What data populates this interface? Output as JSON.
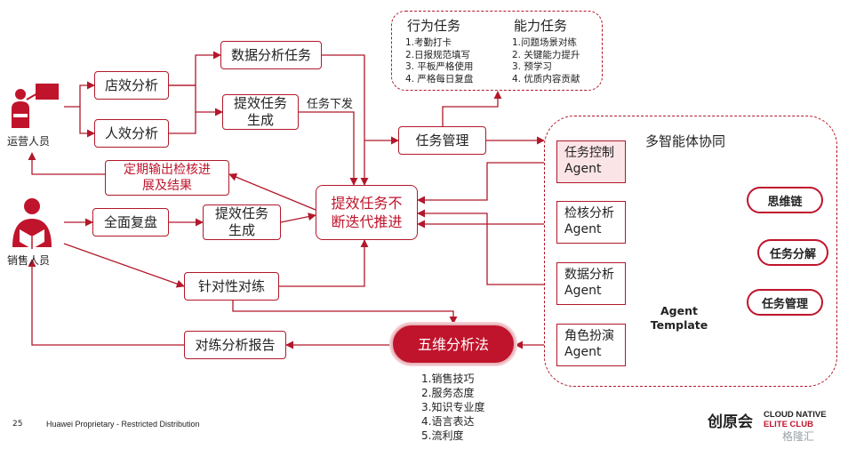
{
  "actors": {
    "ops": "运营人员",
    "sales": "销售人员"
  },
  "nodes": {
    "store_analysis": "店效分析",
    "staff_analysis": "人效分析",
    "data_task": "数据分析任务",
    "gen_task_l1": "提效任务",
    "gen_task_l2": "生成",
    "task_dispatch": "任务下发",
    "task_mgmt": "任务管理",
    "periodic_l1": "定期输出检核进",
    "periodic_l2": "展及结果",
    "core_l1": "提效任务不",
    "core_l2": "断迭代推进",
    "review": "全面复盘",
    "gen_task2_l1": "提效任务",
    "gen_task2_l2": "生成",
    "practice": "针对性对练",
    "report": "对练分析报告",
    "five_dim": "五维分析法"
  },
  "five_dim_list": [
    "1.销售技巧",
    "2.服务态度",
    "3.知识专业度",
    "4.语言表达",
    "5.流利度"
  ],
  "tasks_panel": {
    "behavior_title": "行为任务",
    "behavior_items": [
      "1.考勤打卡",
      "2.日报规范填写",
      "3. 平板严格使用",
      "4. 严格每日复盘"
    ],
    "ability_title": "能力任务",
    "ability_items": [
      "1.问题场景对练",
      "2. 关键能力提升",
      "3. 预学习",
      "4. 优质内容贡献"
    ]
  },
  "multi_agent": {
    "title": "多智能体协同",
    "agents": [
      {
        "l1": "任务控制",
        "l2": "Agent"
      },
      {
        "l1": "检核分析",
        "l2": "Agent"
      },
      {
        "l1": "数据分析",
        "l2": "Agent"
      },
      {
        "l1": "角色扮演",
        "l2": "Agent"
      }
    ],
    "template_l1": "Agent",
    "template_l2": "Template",
    "capabilities": [
      "思维链",
      "任务分解",
      "任务管理"
    ]
  },
  "footer": {
    "page": "25",
    "note": "Huawei Proprietary - Restricted Distribution",
    "brand_cn": "创原会",
    "brand_en_1": "CLOUD NATIVE",
    "brand_en_2": "ELITE CLUB",
    "watermark": "格隆汇"
  },
  "colors": {
    "accent": "#c0142c",
    "line": "#b2182b",
    "agent_fill": "#fbe4e6"
  }
}
